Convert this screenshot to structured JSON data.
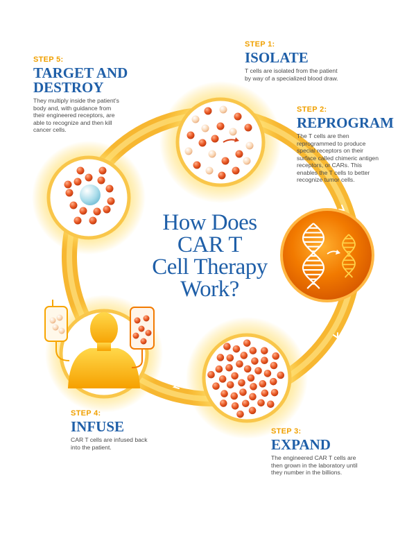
{
  "title_lines": [
    "How Does",
    "CAR T",
    "Cell Therapy",
    "Work?"
  ],
  "steps": [
    {
      "label": "STEP 1:",
      "title": "ISOLATE",
      "desc": [
        "T cells are isolated from the patient",
        "by way of a specialized blood draw."
      ]
    },
    {
      "label": "STEP 2:",
      "title": "REPROGRAM",
      "desc": [
        "The T cells are then",
        "reprogrammed to produce",
        "special receptors on their",
        "surface called chimeric antigen",
        "receptors, or CARs. This",
        "enables the T cells to better",
        "recognize tumor cells."
      ]
    },
    {
      "label": "STEP 3:",
      "title": "EXPAND",
      "desc": [
        "The engineered CAR T cells are",
        "then grown in the laboratory until",
        "they number in the billions."
      ]
    },
    {
      "label": "STEP 4:",
      "title": "INFUSE",
      "desc": [
        "CAR T cells are infused back",
        "into the patient."
      ]
    },
    {
      "label": "STEP 5:",
      "title": "TARGET AND",
      "title2": "DESTROY",
      "desc": [
        "They multiply inside the patient's",
        "body and, with guidance from",
        "their engineered receptors, are",
        "able to recognize and then kill",
        "cancer cells."
      ]
    }
  ],
  "colors": {
    "title_blue": "#1f5fa8",
    "step_orange": "#f0a000",
    "cell_red": "#e8541e",
    "cell_cream": "#f7c9a0",
    "ring_gold": "#f7b731",
    "dna_orange": "#f08a00"
  },
  "icons": [
    "arrow-icon",
    "dna-icon",
    "person-icon",
    "iv-bag-icon",
    "cancer-cell-icon"
  ]
}
